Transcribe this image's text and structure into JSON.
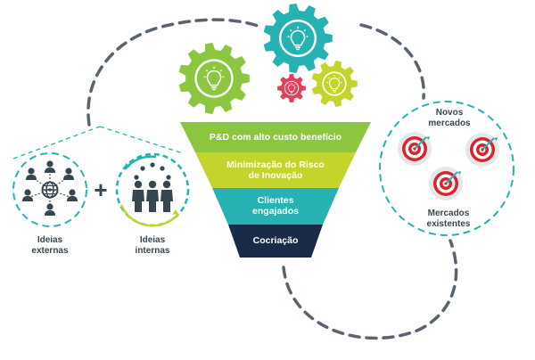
{
  "funnel": {
    "level1": "P&D com alto custo benefício",
    "level2_line1": "Minimização do Risco",
    "level2_line2": "de Inovação",
    "level3_line1": "Clientes",
    "level3_line2": "engajados",
    "level4": "Cocriação",
    "colors": [
      "#8cc63f",
      "#c5d42c",
      "#26b2b2",
      "#1a2b4a"
    ]
  },
  "left": {
    "external_line1": "Ideias",
    "external_line2": "externas",
    "plus": "+",
    "internal_line1": "Ideias",
    "internal_line2": "internas"
  },
  "right": {
    "new_markets_line1": "Novos",
    "new_markets_line2": "mercados",
    "existing_markets_line1": "Mercados",
    "existing_markets_line2": "existentes"
  },
  "gears": {
    "colors": [
      "#8cc63f",
      "#26b2b2",
      "#e0405a",
      "#c5d42c"
    ],
    "icons": [
      "lightbulb-icon",
      "lightbulb-icon",
      "lightbulb-icon",
      "lightbulb-icon"
    ]
  },
  "accent": {
    "dash": "#5a6470",
    "teal": "#26b2b2",
    "target_red": "#d9232e"
  }
}
